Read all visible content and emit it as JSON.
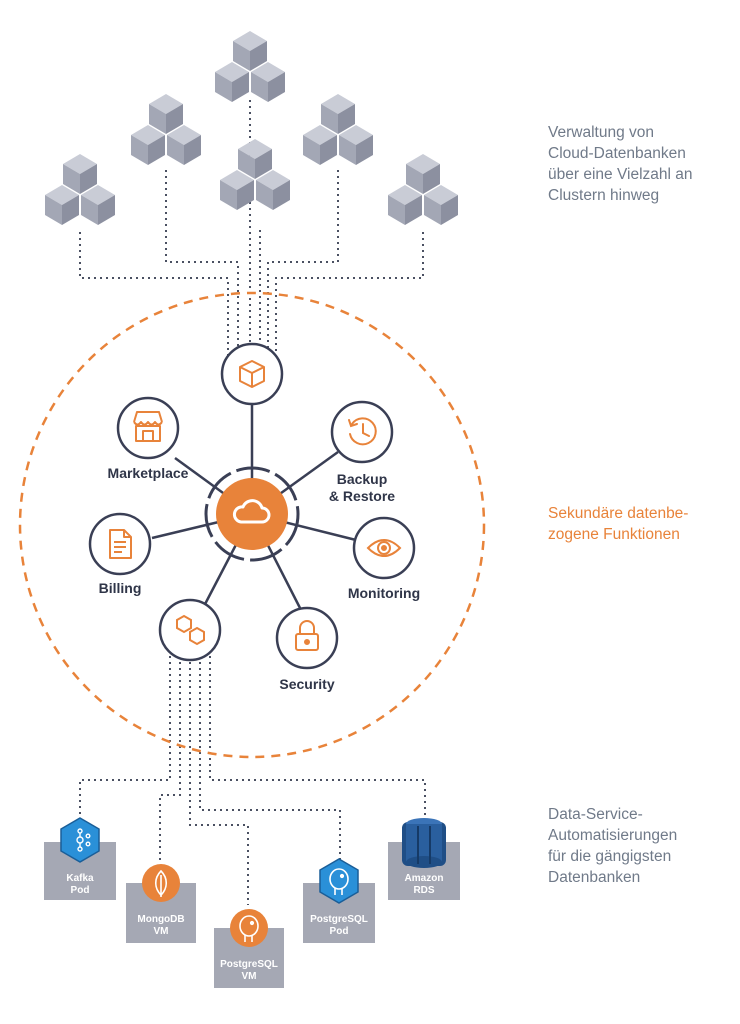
{
  "side_texts": {
    "top": {
      "lines": [
        "Verwaltung von",
        "Cloud-Datenbanken",
        "über eine Vielzahl an",
        "Clustern hinweg"
      ]
    },
    "middle": {
      "lines": [
        "Sekundäre datenbe-",
        "zogene Funktionen"
      ]
    },
    "bottom": {
      "lines": [
        "Data-Service-",
        "Automatisierungen",
        "für die gängigsten",
        "Datenbanken"
      ]
    }
  },
  "functions": {
    "marketplace": "Marketplace",
    "backup_1": "Backup",
    "backup_2": "& Restore",
    "billing": "Billing",
    "monitoring": "Monitoring",
    "security": "Security"
  },
  "databases": {
    "kafka": [
      "Kafka",
      "Pod"
    ],
    "mongodb": [
      "MongoDB",
      "VM"
    ],
    "postgres_vm": [
      "PostgreSQL",
      "VM"
    ],
    "postgres_pod": [
      "PostgreSQL",
      "Pod"
    ],
    "amazon_rds": [
      "Amazon",
      "RDS"
    ]
  },
  "icons": {
    "center": "cloud-icon",
    "top_node": "box-icon",
    "cluster": "cube-cluster-icon",
    "bottom_node": "hexagons-icon"
  },
  "colors": {
    "accent": "#e8833a",
    "navy": "#3a3f55",
    "cube_gray": "#a3a7b5",
    "tile_gray": "#a5a8b4",
    "text_gray": "#707a89"
  }
}
